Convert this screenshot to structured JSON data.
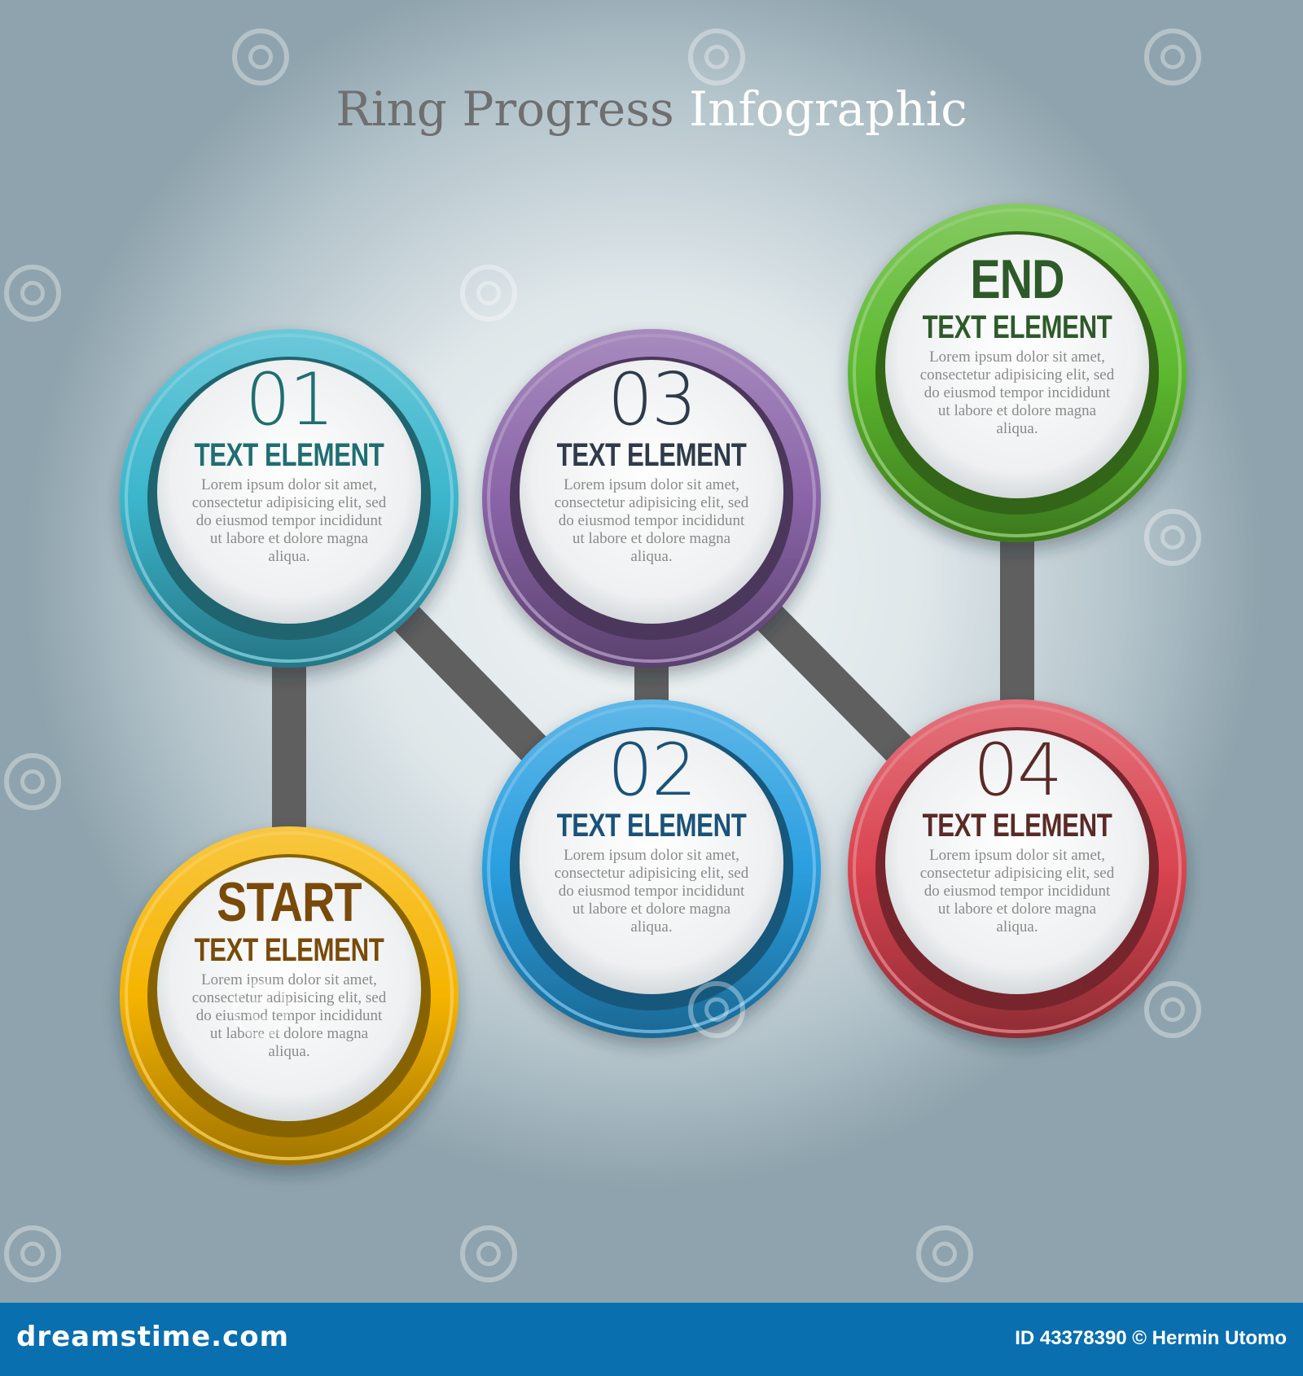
{
  "title": {
    "part1": "Ring Progress",
    "part2": "Infographic"
  },
  "nodes": [
    {
      "id": "start",
      "label": "START",
      "heading": "TEXT ELEMENT",
      "body": [
        "Lorem ipsum dolor sit amet,",
        "consectetur adipisicing elit, sed",
        "do eiusmod tempor incididunt",
        "ut labore et dolore magna",
        "aliqua."
      ],
      "ring_color": "#f6b400",
      "text_color": "#7a4a0a"
    },
    {
      "id": "01",
      "label": "01",
      "heading": "TEXT ELEMENT",
      "body": [
        "Lorem ipsum dolor sit amet,",
        "consectetur adipisicing elit, sed",
        "do eiusmod tempor incididunt",
        "ut labore et dolore magna",
        "aliqua."
      ],
      "ring_color": "#3bb6cc",
      "text_color": "#1f6e72"
    },
    {
      "id": "02",
      "label": "02",
      "heading": "TEXT ELEMENT",
      "body": [
        "Lorem ipsum dolor sit amet,",
        "consectetur adipisicing elit, sed",
        "do eiusmod tempor incididunt",
        "ut labore et dolore magna",
        "aliqua."
      ],
      "ring_color": "#2a9fe0",
      "text_color": "#1a5279"
    },
    {
      "id": "03",
      "label": "03",
      "heading": "TEXT ELEMENT",
      "body": [
        "Lorem ipsum dolor sit amet,",
        "consectetur adipisicing elit, sed",
        "do eiusmod tempor incididunt",
        "ut labore et dolore magna",
        "aliqua."
      ],
      "ring_color": "#8a64a8",
      "text_color": "#2f3a4a"
    },
    {
      "id": "04",
      "label": "04",
      "heading": "TEXT ELEMENT",
      "body": [
        "Lorem ipsum dolor sit amet,",
        "consectetur adipisicing elit, sed",
        "do eiusmod tempor incididunt",
        "ut labore et dolore magna",
        "aliqua."
      ],
      "ring_color": "#d94450",
      "text_color": "#5a2a26"
    },
    {
      "id": "end",
      "label": "END",
      "heading": "TEXT ELEMENT",
      "body": [
        "Lorem ipsum dolor sit amet,",
        "consectetur adipisicing elit, sed",
        "do eiusmod tempor incididunt",
        "ut labore et dolore magna",
        "aliqua."
      ],
      "ring_color": "#5cb82e",
      "text_color": "#2e5a2a"
    }
  ],
  "connections": [
    [
      "start",
      "01"
    ],
    [
      "01",
      "02"
    ],
    [
      "02",
      "03"
    ],
    [
      "03",
      "04"
    ],
    [
      "04",
      "end"
    ]
  ],
  "connector_color": "#5f5f5f",
  "footer": {
    "brand": "dreamstime.com",
    "credit": "ID 43378390 © Hermin Utomo",
    "background": "#0a6fae"
  }
}
